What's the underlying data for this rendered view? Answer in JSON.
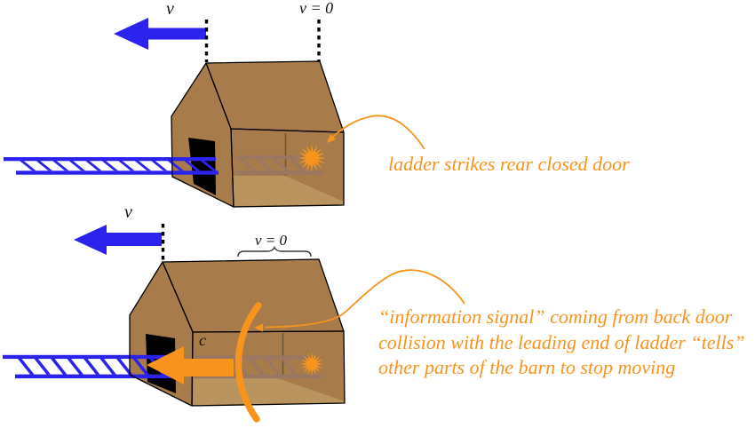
{
  "figure": {
    "description": "ladder and barn relativity paradox diagram, two stages",
    "palette": {
      "barn_brown": "#a87c4a",
      "barn_floor_light": "#b9945f",
      "interior_ladder": "#9a7763",
      "ladder_blue": "#2b22ee",
      "accent_orange": "#f7941d",
      "outline_black": "#000000",
      "door_black": "#000000"
    },
    "top_panel": {
      "velocity_label": "v",
      "rest_label": "v = 0",
      "annotation": "ladder strikes rear closed door"
    },
    "bottom_panel": {
      "velocity_label": "v",
      "rest_label": "v = 0",
      "signal_speed_label": "c",
      "annotation_lines": [
        "“information signal” coming from back door",
        "collision with the leading end of ladder “tells”",
        "other parts of the barn to stop moving"
      ]
    }
  }
}
